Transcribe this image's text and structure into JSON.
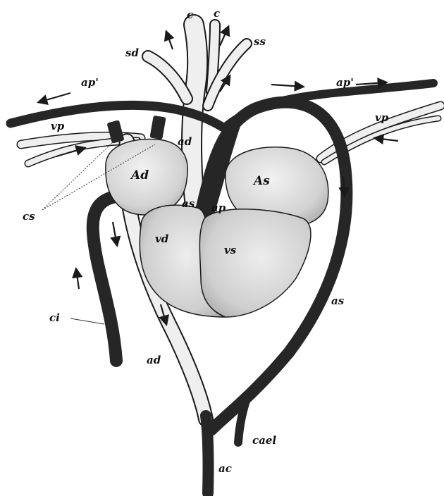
{
  "colors": {
    "dark_vessel": "#262626",
    "light_vessel": "#efefef",
    "outline": "#1a1a1a",
    "chamber_fill": "#dcdcdc",
    "chamber_shade": "#c2c2c2",
    "background": "#ffffff"
  },
  "labels": {
    "c_left": "c",
    "c_right": "c",
    "sd": "sd",
    "ss": "ss",
    "ap_left": "ap'",
    "ap_right": "ap'",
    "vp_left": "vp",
    "vp_right": "vp",
    "ad_top": "ad",
    "Ad": "Ad",
    "As": "As",
    "as_center": "as",
    "ap_center": "ap",
    "vd": "vd",
    "vs": "vs",
    "cs": "cs",
    "ci": "ci",
    "ad_bottom": "ad",
    "as_right": "as",
    "cael": "cael",
    "ac": "ac"
  }
}
